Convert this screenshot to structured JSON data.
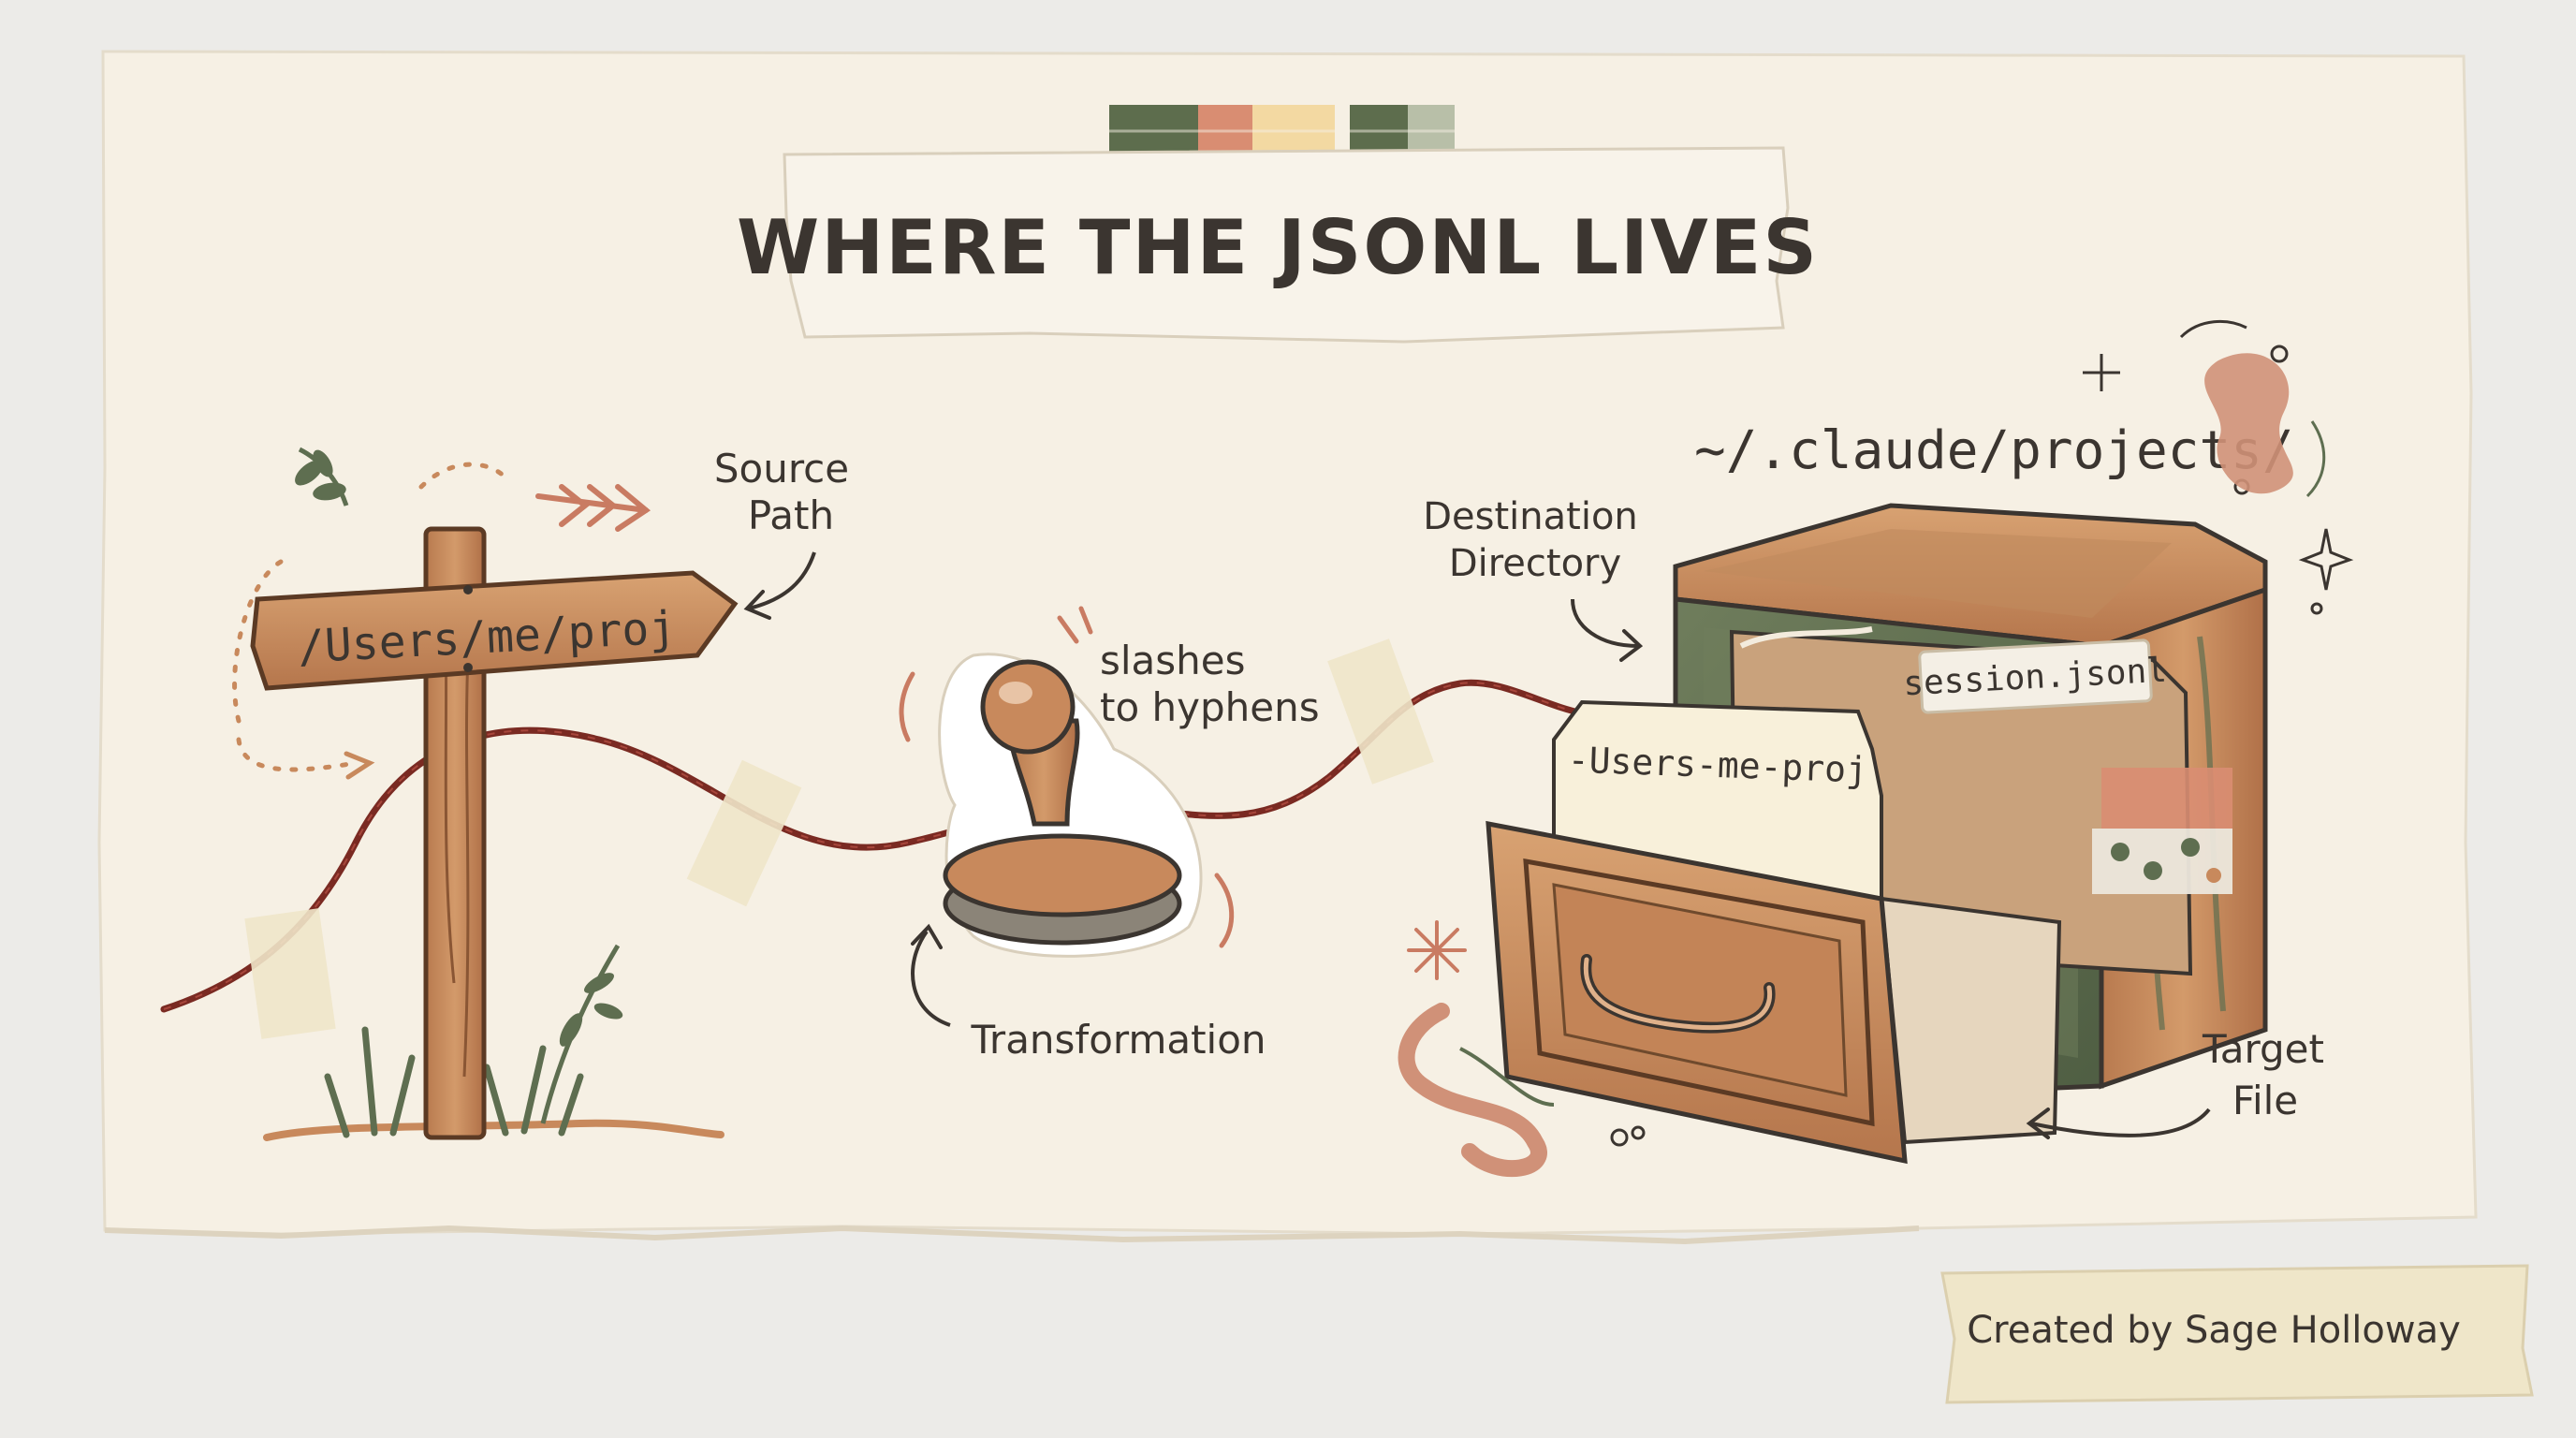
{
  "title": "WHERE THE JSONL LIVES",
  "labels": {
    "source_path_line1": "Source",
    "source_path_line2": "Path",
    "sign_text": "/Users/me/proj",
    "stamp_line1": "slashes",
    "stamp_line2": "to hyphens",
    "transformation": "Transformation",
    "destination_line1": "Destination",
    "destination_line2": "Directory",
    "projects_path": "~/.claude/projects/",
    "session_file": "session.jsonl",
    "folder_tab": "-Users-me-proj",
    "target_line1": "Target",
    "target_line2": "File"
  },
  "credit": "Created by Sage Holloway",
  "colors": {
    "paper": "#f6f0e4",
    "ink": "#3b3530",
    "wood": "#c8895c",
    "green": "#5e6e50",
    "terracotta": "#c97b62",
    "string": "#7a2a22",
    "tape": "#efe6c9"
  }
}
